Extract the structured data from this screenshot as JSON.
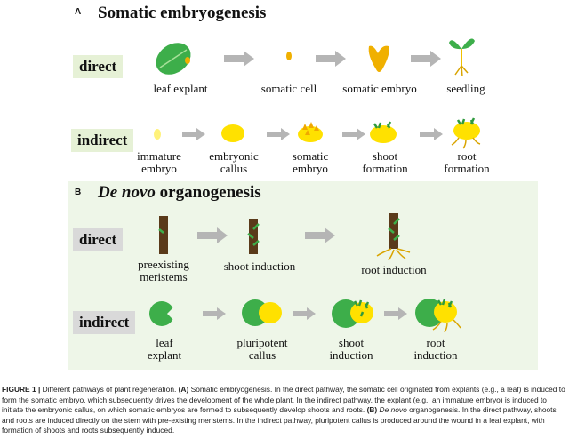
{
  "panel_a": {
    "tag": "A",
    "title": "Somatic embryogenesis",
    "direct": {
      "badge": "direct",
      "labels": [
        "leaf explant",
        "somatic cell",
        "somatic embryo",
        "seedling"
      ]
    },
    "indirect": {
      "badge": "indirect",
      "labels": [
        "immature\nembryo",
        "embryonic\ncallus",
        "somatic\nembryo",
        "shoot\nformation",
        "root\nformation"
      ]
    }
  },
  "panel_b": {
    "tag": "B",
    "title_italic": "De novo",
    "title_rest": " organogenesis",
    "direct": {
      "badge": "direct",
      "labels": [
        "preexisting\nmeristems",
        "shoot induction",
        "root induction"
      ]
    },
    "indirect": {
      "badge": "indirect",
      "labels": [
        "leaf\nexplant",
        "pluripotent\ncallus",
        "shoot\ninduction",
        "root\ninduction"
      ]
    }
  },
  "caption": {
    "figure_label": "FIGURE 1 |",
    "text_1": " Different pathways of plant regeneration. ",
    "a_mark": "(A)",
    "text_2": " Somatic embryogenesis. In the direct pathway, the somatic cell originated from explants (e.g., a leaf) is induced to form the somatic embryo, which subsequently drives the development of the whole plant. In the indirect pathway, the explant (e.g., an immature embryo) is induced to initiate the embryonic callus, on which somatic embryos are formed to subsequently develop shoots and roots. ",
    "b_mark": "(B)",
    "b_italic": " De novo",
    "text_3": " organogenesis. In the direct pathway, shoots and roots are induced directly on the stem with pre-existing meristems. In the indirect pathway, pluripotent callus is produced around the wound in a leaf explant, with formation of shoots and roots subsequently induced."
  },
  "colors": {
    "leaf_green": "#3dae4a",
    "callus_yellow": "#ffe100",
    "embryo_orange": "#f0b000",
    "arrow_gray": "#b5b5b5",
    "stem_brown": "#5a3a1a",
    "root_gold": "#d9a400"
  }
}
